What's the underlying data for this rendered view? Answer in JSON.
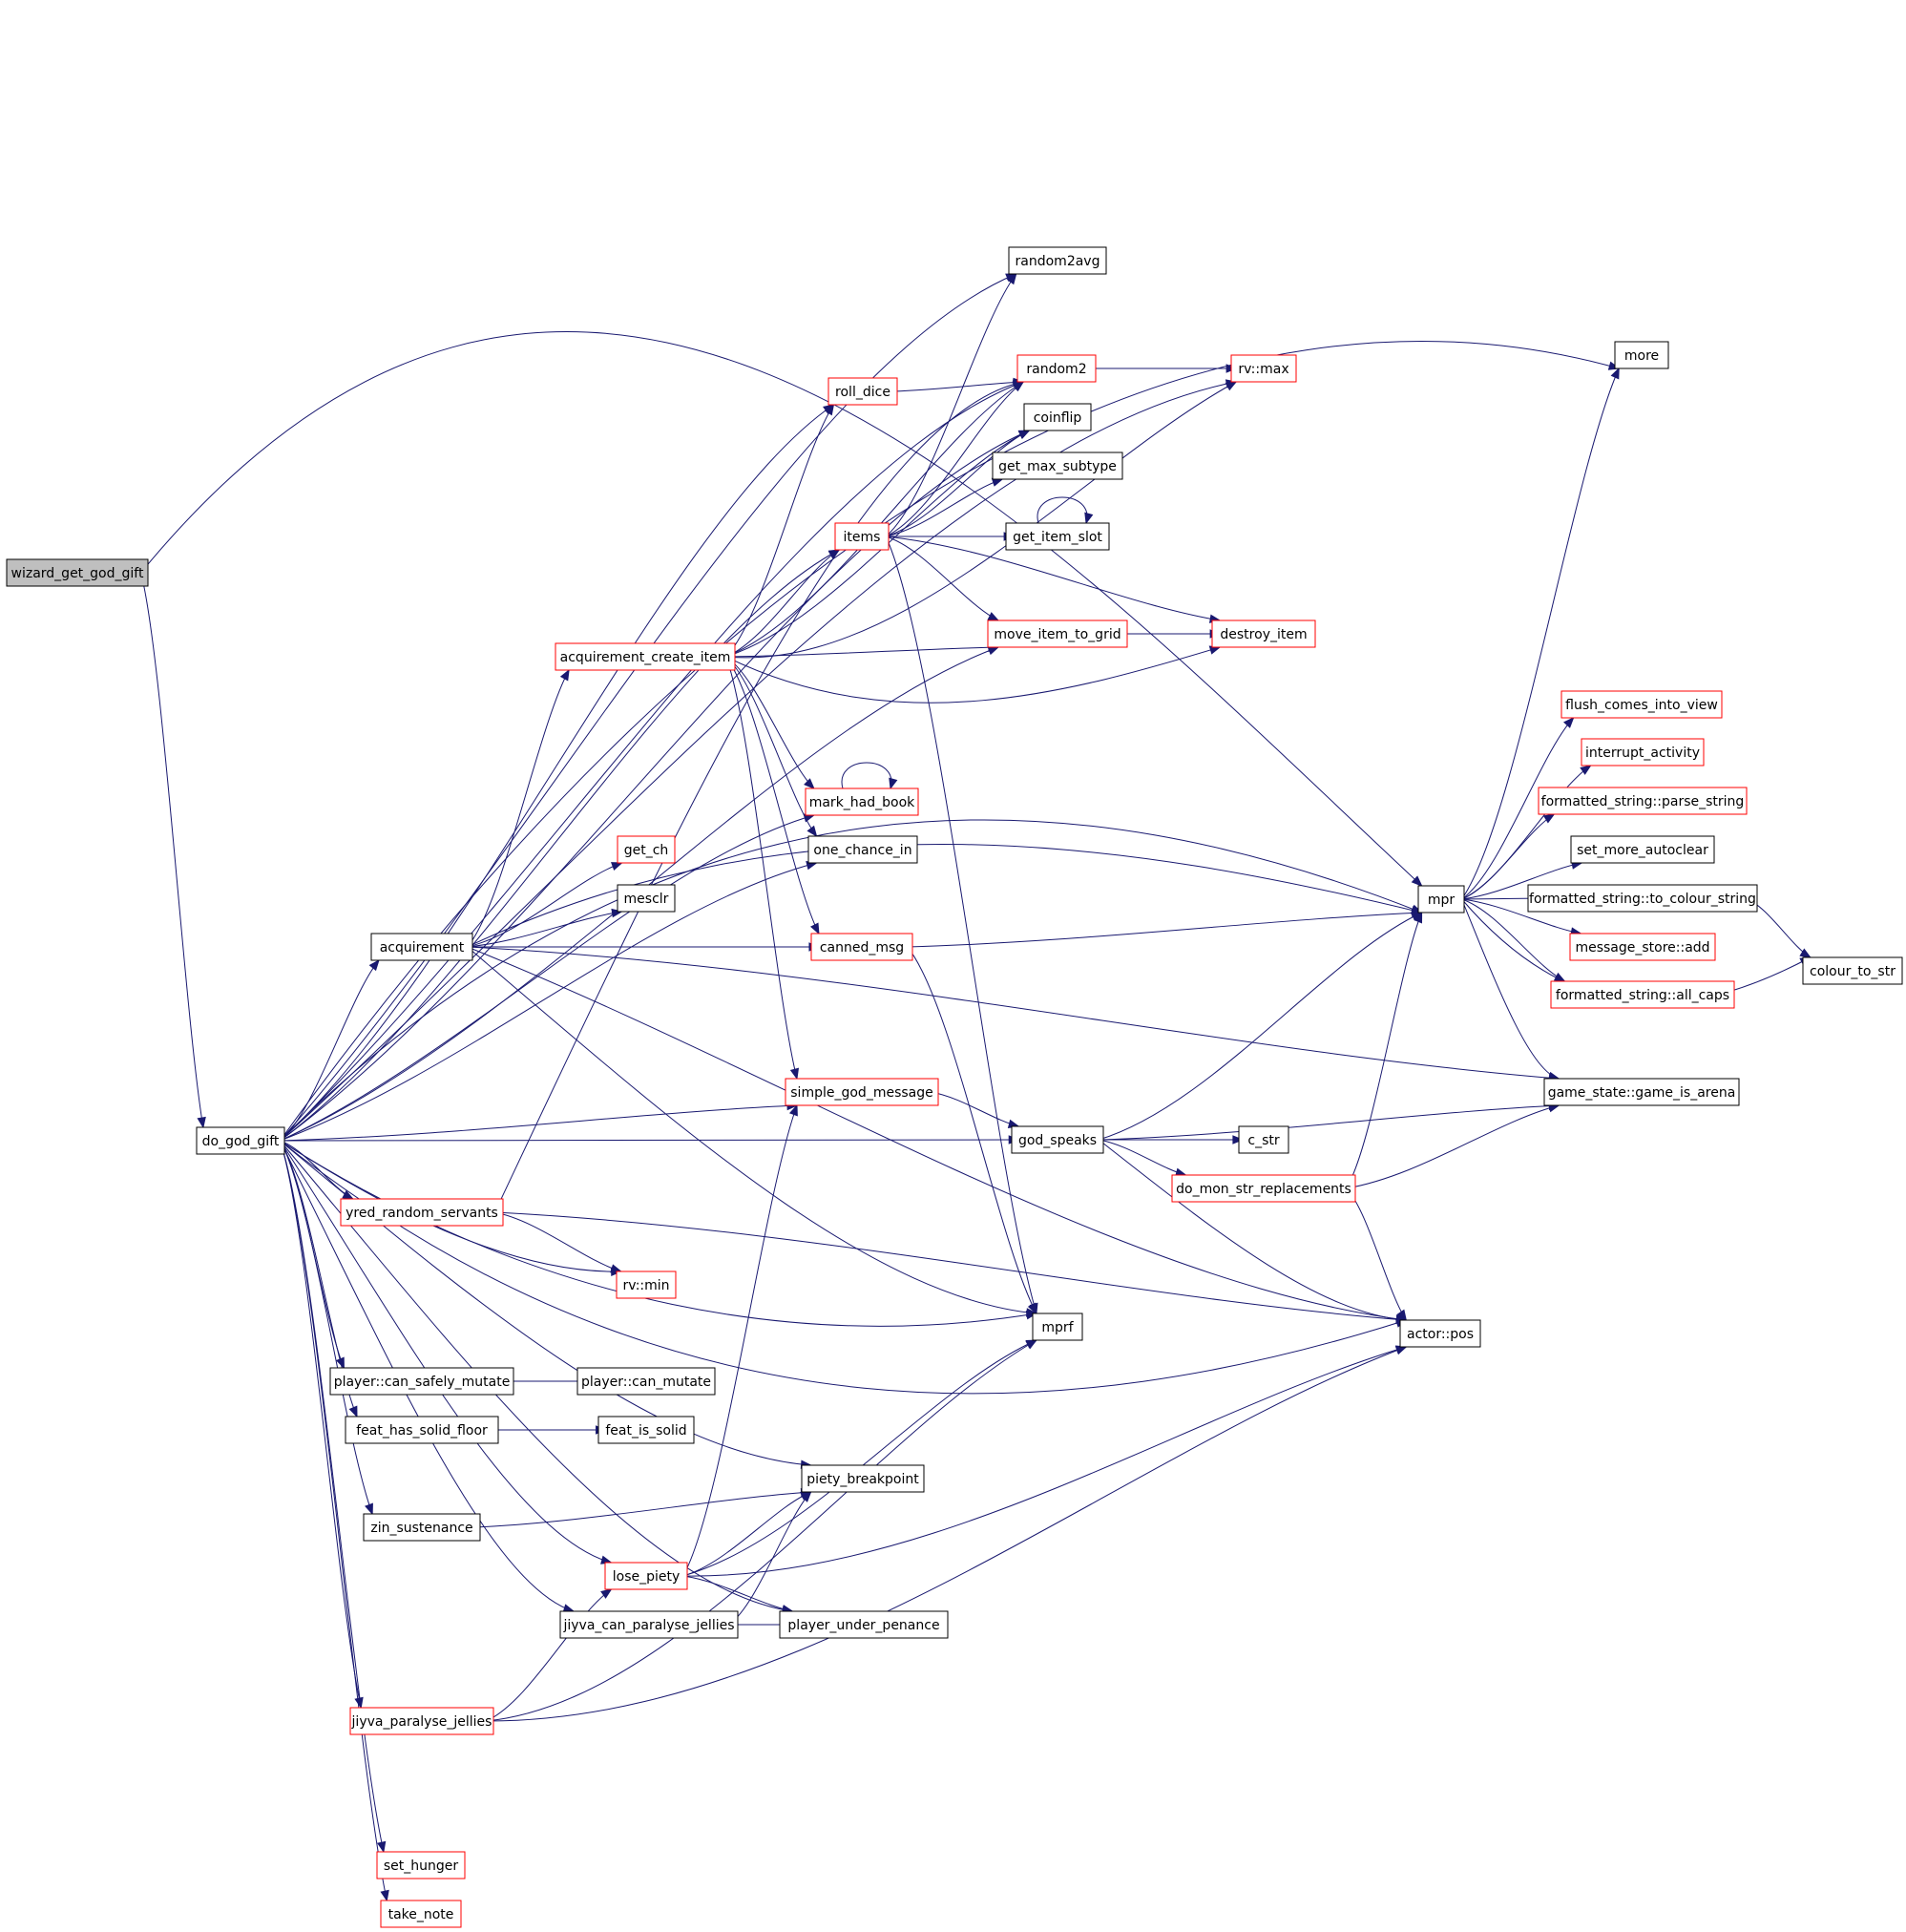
{
  "diagram": {
    "type": "call-graph",
    "colors": {
      "edge": "#191970",
      "root_fill": "#bfbfbf",
      "node_border_plain": "#000000",
      "node_border_truncated": "#ff0000"
    },
    "nodes": [
      {
        "id": "wizard_get_god_gift",
        "label": "wizard_get_god_gift",
        "style": "root"
      },
      {
        "id": "do_god_gift",
        "label": "do_god_gift",
        "style": "plain"
      },
      {
        "id": "more",
        "label": "more",
        "style": "plain"
      },
      {
        "id": "mpr",
        "label": "mpr",
        "style": "plain"
      },
      {
        "id": "random2avg",
        "label": "random2avg",
        "style": "plain"
      },
      {
        "id": "random2",
        "label": "random2",
        "style": "truncated"
      },
      {
        "id": "rv_max",
        "label": "rv::max",
        "style": "truncated"
      },
      {
        "id": "roll_dice",
        "label": "roll_dice",
        "style": "truncated"
      },
      {
        "id": "coinflip",
        "label": "coinflip",
        "style": "plain"
      },
      {
        "id": "get_max_subtype",
        "label": "get_max_subtype",
        "style": "plain"
      },
      {
        "id": "get_item_slot",
        "label": "get_item_slot",
        "style": "plain"
      },
      {
        "id": "items",
        "label": "items",
        "style": "truncated"
      },
      {
        "id": "move_item_to_grid",
        "label": "move_item_to_grid",
        "style": "truncated"
      },
      {
        "id": "destroy_item",
        "label": "destroy_item",
        "style": "truncated"
      },
      {
        "id": "acquirement_create_item",
        "label": "acquirement_create_item",
        "style": "truncated"
      },
      {
        "id": "mark_had_book",
        "label": "mark_had_book",
        "style": "truncated"
      },
      {
        "id": "one_chance_in",
        "label": "one_chance_in",
        "style": "plain"
      },
      {
        "id": "get_ch",
        "label": "get_ch",
        "style": "truncated"
      },
      {
        "id": "mesclr",
        "label": "mesclr",
        "style": "plain"
      },
      {
        "id": "acquirement",
        "label": "acquirement",
        "style": "plain"
      },
      {
        "id": "canned_msg",
        "label": "canned_msg",
        "style": "truncated"
      },
      {
        "id": "simple_god_message",
        "label": "simple_god_message",
        "style": "truncated"
      },
      {
        "id": "god_speaks",
        "label": "god_speaks",
        "style": "plain"
      },
      {
        "id": "c_str",
        "label": "c_str",
        "style": "plain"
      },
      {
        "id": "do_mon_str_replacements",
        "label": "do_mon_str_replacements",
        "style": "truncated"
      },
      {
        "id": "yred_random_servants",
        "label": "yred_random_servants",
        "style": "truncated"
      },
      {
        "id": "rv_min",
        "label": "rv::min",
        "style": "truncated"
      },
      {
        "id": "mprf",
        "label": "mprf",
        "style": "plain"
      },
      {
        "id": "actor_pos",
        "label": "actor::pos",
        "style": "plain"
      },
      {
        "id": "player_can_safely_mutate",
        "label": "player::can_safely_mutate",
        "style": "plain"
      },
      {
        "id": "player_can_mutate",
        "label": "player::can_mutate",
        "style": "plain"
      },
      {
        "id": "feat_has_solid_floor",
        "label": "feat_has_solid_floor",
        "style": "plain"
      },
      {
        "id": "feat_is_solid",
        "label": "feat_is_solid",
        "style": "plain"
      },
      {
        "id": "piety_breakpoint",
        "label": "piety_breakpoint",
        "style": "plain"
      },
      {
        "id": "zin_sustenance",
        "label": "zin_sustenance",
        "style": "plain"
      },
      {
        "id": "lose_piety",
        "label": "lose_piety",
        "style": "truncated"
      },
      {
        "id": "jiyva_can_paralyse_jellies",
        "label": "jiyva_can_paralyse_jellies",
        "style": "plain"
      },
      {
        "id": "player_under_penance",
        "label": "player_under_penance",
        "style": "plain"
      },
      {
        "id": "jiyva_paralyse_jellies",
        "label": "jiyva_paralyse_jellies",
        "style": "truncated"
      },
      {
        "id": "set_hunger",
        "label": "set_hunger",
        "style": "truncated"
      },
      {
        "id": "take_note",
        "label": "take_note",
        "style": "truncated"
      },
      {
        "id": "flush_comes_into_view",
        "label": "flush_comes_into_view",
        "style": "truncated"
      },
      {
        "id": "interrupt_activity",
        "label": "interrupt_activity",
        "style": "truncated"
      },
      {
        "id": "formatted_string_parse_string",
        "label": "formatted_string::parse_string",
        "style": "truncated"
      },
      {
        "id": "set_more_autoclear",
        "label": "set_more_autoclear",
        "style": "plain"
      },
      {
        "id": "formatted_string_to_colour_string",
        "label": "formatted_string::to_colour_string",
        "style": "plain"
      },
      {
        "id": "message_store_add",
        "label": "message_store::add",
        "style": "truncated"
      },
      {
        "id": "formatted_string_all_caps",
        "label": "formatted_string::all_caps",
        "style": "truncated"
      },
      {
        "id": "colour_to_str",
        "label": "colour_to_str",
        "style": "plain"
      },
      {
        "id": "game_state_game_is_arena",
        "label": "game_state::game_is_arena",
        "style": "plain"
      }
    ],
    "edges": [
      [
        "wizard_get_god_gift",
        "do_god_gift"
      ],
      [
        "wizard_get_god_gift",
        "mpr"
      ],
      [
        "do_god_gift",
        "more"
      ],
      [
        "do_god_gift",
        "mpr"
      ],
      [
        "do_god_gift",
        "random2avg"
      ],
      [
        "do_god_gift",
        "random2"
      ],
      [
        "do_god_gift",
        "rv_max"
      ],
      [
        "do_god_gift",
        "roll_dice"
      ],
      [
        "do_god_gift",
        "coinflip"
      ],
      [
        "do_god_gift",
        "items"
      ],
      [
        "do_god_gift",
        "move_item_to_grid"
      ],
      [
        "do_god_gift",
        "mark_had_book"
      ],
      [
        "do_god_gift",
        "one_chance_in"
      ],
      [
        "do_god_gift",
        "acquirement"
      ],
      [
        "do_god_gift",
        "simple_god_message"
      ],
      [
        "do_god_gift",
        "god_speaks"
      ],
      [
        "do_god_gift",
        "yred_random_servants"
      ],
      [
        "do_god_gift",
        "rv_min"
      ],
      [
        "do_god_gift",
        "mprf"
      ],
      [
        "do_god_gift",
        "actor_pos"
      ],
      [
        "do_god_gift",
        "player_can_safely_mutate"
      ],
      [
        "do_god_gift",
        "feat_has_solid_floor"
      ],
      [
        "do_god_gift",
        "piety_breakpoint"
      ],
      [
        "do_god_gift",
        "zin_sustenance"
      ],
      [
        "do_god_gift",
        "lose_piety"
      ],
      [
        "do_god_gift",
        "jiyva_can_paralyse_jellies"
      ],
      [
        "do_god_gift",
        "player_under_penance"
      ],
      [
        "do_god_gift",
        "jiyva_paralyse_jellies"
      ],
      [
        "do_god_gift",
        "set_hunger"
      ],
      [
        "do_god_gift",
        "take_note"
      ],
      [
        "random2",
        "rv_max"
      ],
      [
        "roll_dice",
        "random2"
      ],
      [
        "items",
        "random2avg"
      ],
      [
        "items",
        "random2"
      ],
      [
        "items",
        "coinflip"
      ],
      [
        "items",
        "get_max_subtype"
      ],
      [
        "items",
        "get_item_slot"
      ],
      [
        "items",
        "move_item_to_grid"
      ],
      [
        "items",
        "destroy_item"
      ],
      [
        "items",
        "mprf"
      ],
      [
        "get_item_slot",
        "get_item_slot"
      ],
      [
        "move_item_to_grid",
        "destroy_item"
      ],
      [
        "acquirement_create_item",
        "items"
      ],
      [
        "acquirement_create_item",
        "random2"
      ],
      [
        "acquirement_create_item",
        "roll_dice"
      ],
      [
        "acquirement_create_item",
        "coinflip"
      ],
      [
        "acquirement_create_item",
        "move_item_to_grid"
      ],
      [
        "acquirement_create_item",
        "destroy_item"
      ],
      [
        "acquirement_create_item",
        "rv_max"
      ],
      [
        "acquirement_create_item",
        "mark_had_book"
      ],
      [
        "acquirement_create_item",
        "one_chance_in"
      ],
      [
        "acquirement_create_item",
        "canned_msg"
      ],
      [
        "acquirement_create_item",
        "simple_god_message"
      ],
      [
        "mark_had_book",
        "mark_had_book"
      ],
      [
        "acquirement",
        "acquirement_create_item"
      ],
      [
        "acquirement",
        "get_ch"
      ],
      [
        "acquirement",
        "mesclr"
      ],
      [
        "acquirement",
        "canned_msg"
      ],
      [
        "acquirement",
        "mpr"
      ],
      [
        "acquirement",
        "mprf"
      ],
      [
        "acquirement",
        "game_state_game_is_arena"
      ],
      [
        "acquirement",
        "actor_pos"
      ],
      [
        "canned_msg",
        "mpr"
      ],
      [
        "canned_msg",
        "mprf"
      ],
      [
        "simple_god_message",
        "god_speaks"
      ],
      [
        "god_speaks",
        "mpr"
      ],
      [
        "god_speaks",
        "c_str"
      ],
      [
        "god_speaks",
        "do_mon_str_replacements"
      ],
      [
        "god_speaks",
        "game_state_game_is_arena"
      ],
      [
        "god_speaks",
        "actor_pos"
      ],
      [
        "do_mon_str_replacements",
        "mpr"
      ],
      [
        "do_mon_str_replacements",
        "game_state_game_is_arena"
      ],
      [
        "do_mon_str_replacements",
        "actor_pos"
      ],
      [
        "yred_random_servants",
        "random2"
      ],
      [
        "yred_random_servants",
        "rv_min"
      ],
      [
        "yred_random_servants",
        "actor_pos"
      ],
      [
        "player_can_safely_mutate",
        "player_can_mutate"
      ],
      [
        "feat_has_solid_floor",
        "feat_is_solid"
      ],
      [
        "zin_sustenance",
        "piety_breakpoint"
      ],
      [
        "lose_piety",
        "simple_god_message"
      ],
      [
        "lose_piety",
        "piety_breakpoint"
      ],
      [
        "lose_piety",
        "mprf"
      ],
      [
        "lose_piety",
        "player_under_penance"
      ],
      [
        "lose_piety",
        "actor_pos"
      ],
      [
        "jiyva_can_paralyse_jellies",
        "piety_breakpoint"
      ],
      [
        "jiyva_can_paralyse_jellies",
        "player_under_penance"
      ],
      [
        "jiyva_paralyse_jellies",
        "lose_piety"
      ],
      [
        "jiyva_paralyse_jellies",
        "mprf"
      ],
      [
        "jiyva_paralyse_jellies",
        "actor_pos"
      ],
      [
        "mpr",
        "more"
      ],
      [
        "mpr",
        "flush_comes_into_view"
      ],
      [
        "mpr",
        "interrupt_activity"
      ],
      [
        "mpr",
        "formatted_string_parse_string"
      ],
      [
        "mpr",
        "set_more_autoclear"
      ],
      [
        "mpr",
        "formatted_string_to_colour_string"
      ],
      [
        "mpr",
        "message_store_add"
      ],
      [
        "mpr",
        "formatted_string_all_caps"
      ],
      [
        "mpr",
        "colour_to_str"
      ],
      [
        "mpr",
        "game_state_game_is_arena"
      ],
      [
        "formatted_string_to_colour_string",
        "colour_to_str"
      ]
    ]
  }
}
